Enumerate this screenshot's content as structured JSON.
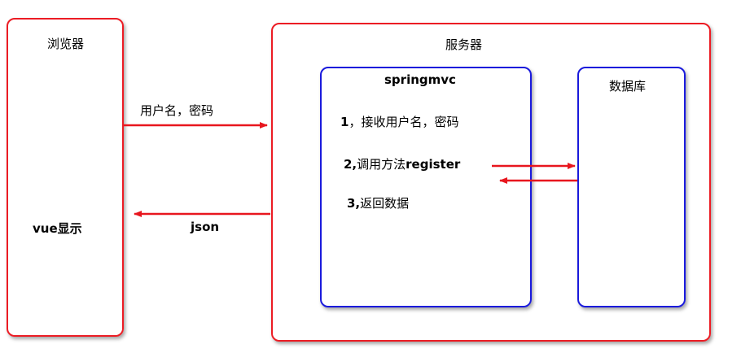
{
  "browser": {
    "title": "浏览器",
    "display_label": "vue显示"
  },
  "server": {
    "title": "服务器"
  },
  "springmvc": {
    "title": "springmvc",
    "steps": [
      "1，接收用户名，密码",
      "2,调用方法register",
      "3,返回数据"
    ]
  },
  "database": {
    "title": "数据库"
  },
  "arrows": {
    "request_label": "用户名，密码",
    "response_label": "json"
  },
  "colors": {
    "box_red": "#ec1c24",
    "box_blue": "#1a1adc",
    "arrow_red": "#e8161e"
  }
}
